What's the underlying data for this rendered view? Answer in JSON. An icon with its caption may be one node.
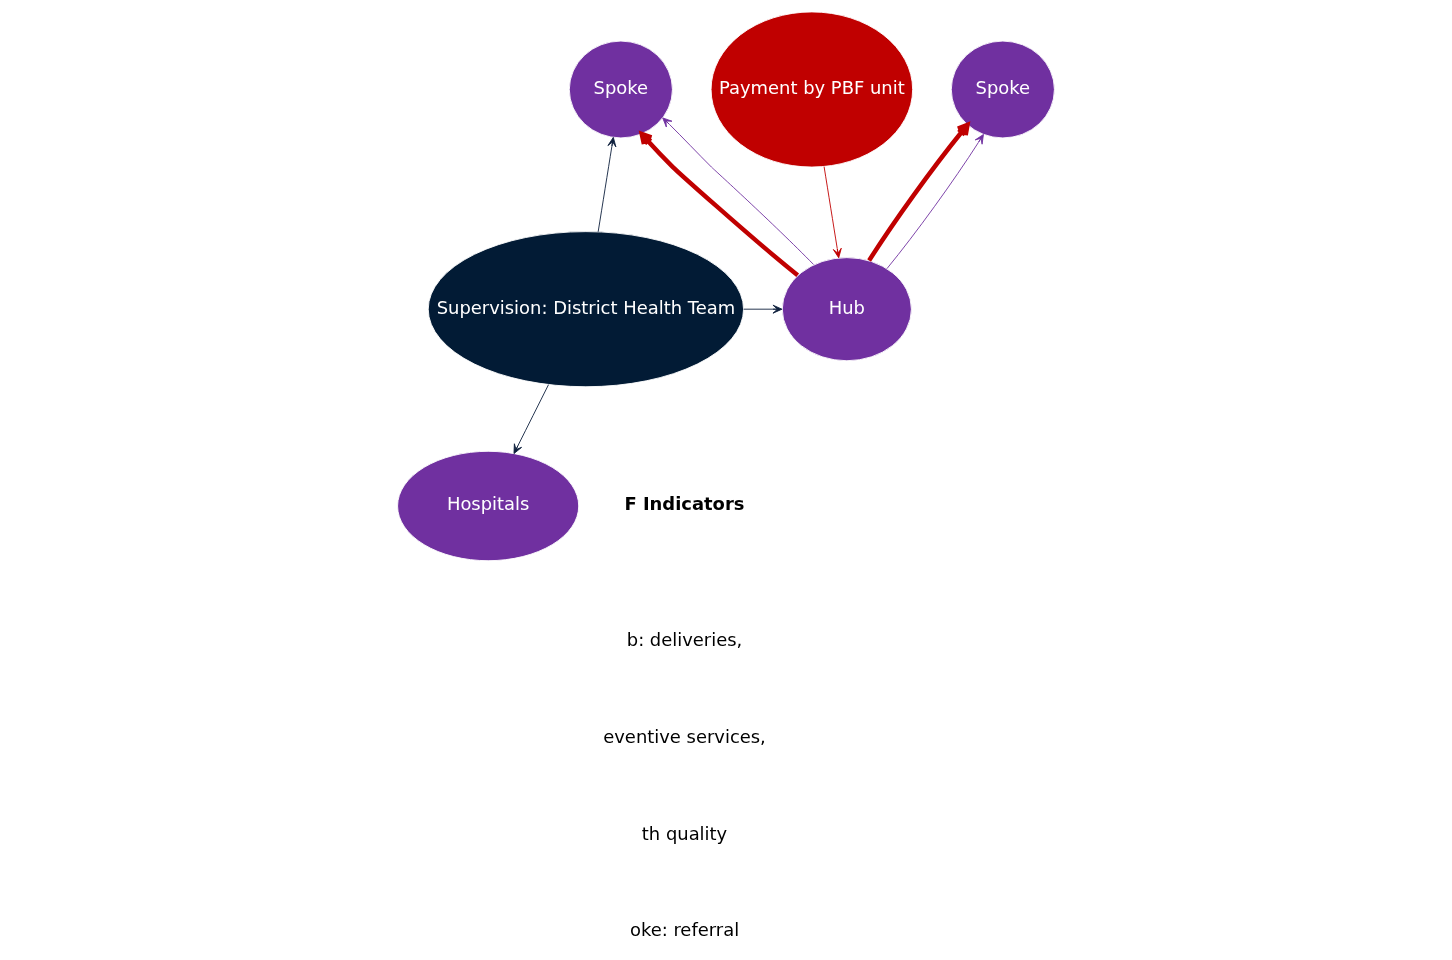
{
  "diagram": {
    "nodes": [
      {
        "text": [
          "Spoke"
        ]
      },
      {
        "text": [
          "Spoke"
        ]
      },
      {
        "text": [
          "Payment by PBF unit"
        ]
      },
      {
        "text": [
          "Supervision: District Health Team"
        ]
      },
      {
        "text": [
          "Hub"
        ]
      },
      {
        "text": [
          "Hospitals"
        ]
      }
    ],
    "edges": [
      {
        "from": 3,
        "to": 0,
        "arrow": "to"
      },
      {
        "from": 4,
        "to": 0,
        "arrow": "to",
        "style": "thick",
        "color": "#c00000"
      },
      {
        "from": 4,
        "to": 0,
        "arrow": "to",
        "color": "#7030a0"
      },
      {
        "from": 4,
        "to": 1,
        "arrow": "to",
        "style": "thick",
        "color": "#c00000"
      },
      {
        "from": 4,
        "to": 1,
        "arrow": "to",
        "color": "#7030a0"
      },
      {
        "from": 2,
        "to": 4,
        "arrow": "to",
        "color": "#c00000"
      },
      {
        "from": 3,
        "to": 4,
        "arrow": "to"
      },
      {
        "from": 3,
        "to": 5,
        "arrow": "to"
      }
    ],
    "labels": [
      "F Indicators",
      "b: deliveries,",
      "eventive services,",
      "th quality",
      "oke: referral"
    ]
  }
}
